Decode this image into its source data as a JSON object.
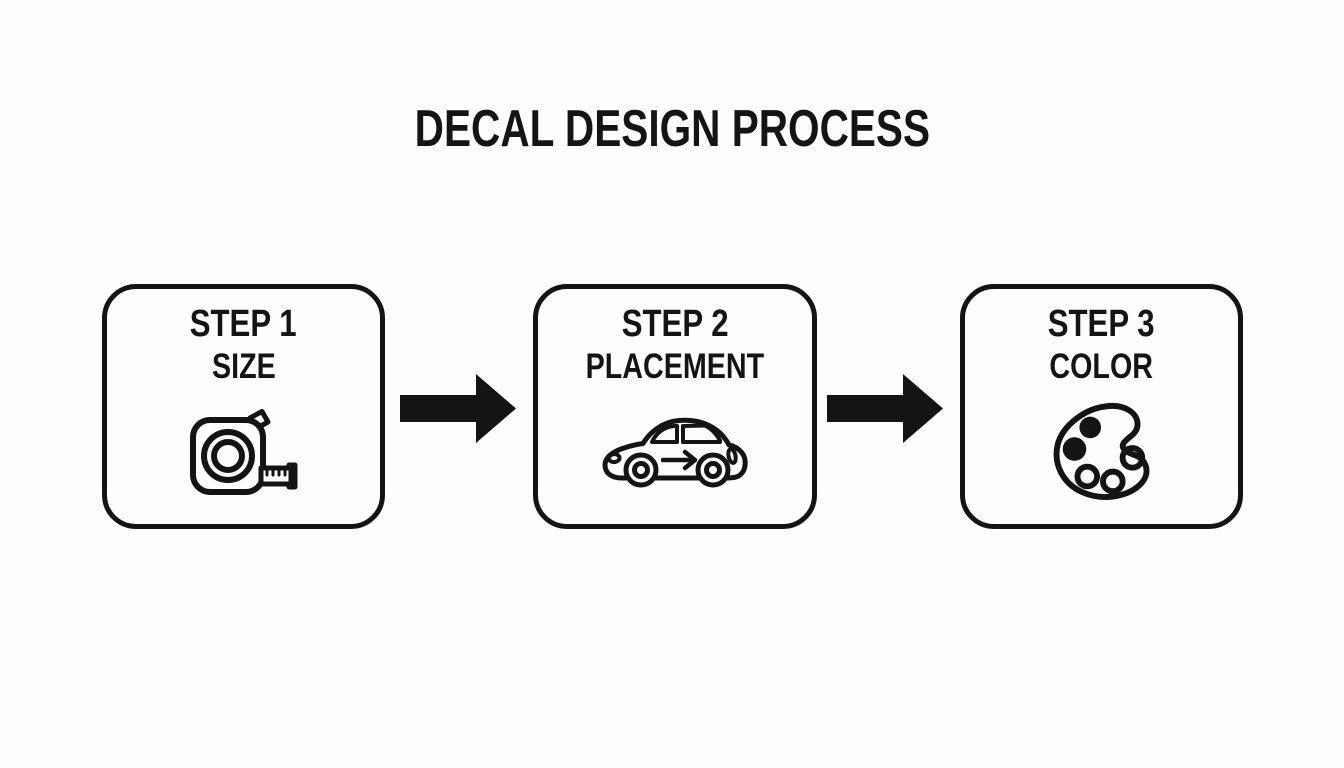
{
  "title": "DECAL DESIGN PROCESS",
  "steps": [
    {
      "step_label": "STEP 1",
      "name": "SIZE",
      "icon": "tape-measure-icon"
    },
    {
      "step_label": "STEP 2",
      "name": "PLACEMENT",
      "icon": "car-icon"
    },
    {
      "step_label": "STEP 3",
      "name": "COLOR",
      "icon": "palette-icon"
    }
  ],
  "connectors": [
    {
      "icon": "arrow-right-icon",
      "direction": "right"
    },
    {
      "icon": "arrow-right-icon",
      "direction": "right"
    }
  ],
  "colors": {
    "background": "#fdfdfd",
    "foreground": "#141414"
  }
}
